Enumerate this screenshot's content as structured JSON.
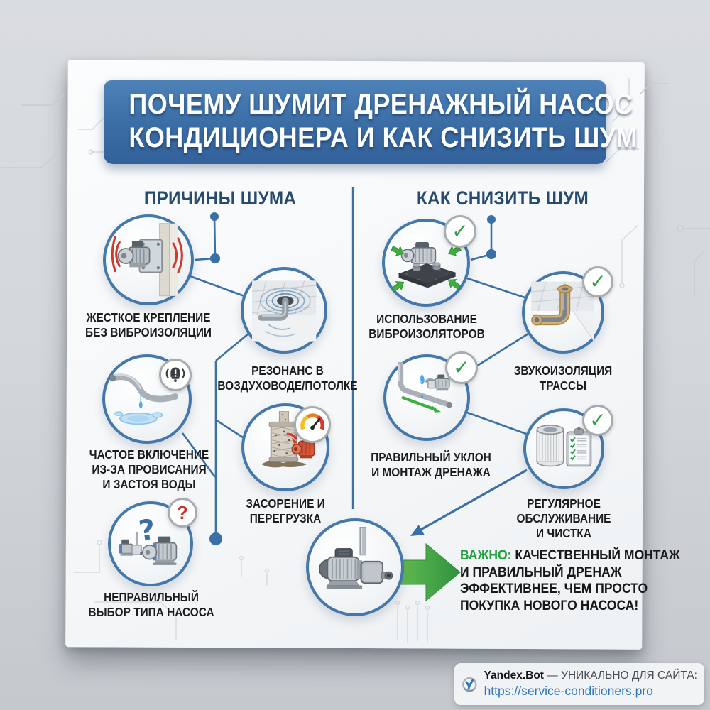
{
  "title": {
    "line1": "ПОЧЕМУ ШУМИТ ДРЕНАЖНЫЙ НАСОС",
    "line2": "КОНДИЦИОНЕРА И КАК СНИЗИТЬ ШУМ"
  },
  "columns": {
    "left": {
      "header": "ПРИЧИНЫ ШУМА",
      "items": [
        {
          "icon": "pump-rigid-wall-mount-icon",
          "lines": [
            "ЖЕСТКОЕ КРЕПЛЕНИЕ",
            "БЕЗ ВИБРОИЗОЛЯЦИИ"
          ]
        },
        {
          "icon": "ceiling-pipe-resonance-icon",
          "lines": [
            "РЕЗОНАНС В",
            "ВОЗДУХОВОДЕ/ПОТОЛКЕ"
          ]
        },
        {
          "icon": "sagging-drain-pipe-icon",
          "badge": "alarm",
          "lines": [
            "ЧАСТОЕ ВКЛЮЧЕНИЕ",
            "ИЗ-ЗА ПРОВИСАНИЯ",
            "И ЗАСТОЯ ВОДЫ"
          ]
        },
        {
          "icon": "clogged-filter-overload-icon",
          "badge": "gauge",
          "lines": [
            "ЗАСОРЕНИЕ И",
            "ПЕРЕГРУЗКА"
          ]
        },
        {
          "icon": "wrong-pump-type-icon",
          "badge": "question",
          "lines": [
            "НЕПРАВИЛЬНЫЙ",
            "ВЫБОР ТИПА НАСОСА"
          ]
        }
      ]
    },
    "right": {
      "header": "КАК СНИЗИТЬ ШУМ",
      "items": [
        {
          "icon": "pump-on-vibration-isolators-icon",
          "badge": "check",
          "lines": [
            "ИСПОЛЬЗОВАНИЕ",
            "ВИБРОИЗОЛЯТОРОВ"
          ]
        },
        {
          "icon": "soundproofed-pipe-icon",
          "badge": "check",
          "lines": [
            "ЗВУКОИЗОЛЯЦИЯ",
            "ТРАССЫ"
          ]
        },
        {
          "icon": "correct-drain-slope-icon",
          "badge": "check",
          "lines": [
            "ПРАВИЛЬНЫЙ УКЛОН",
            "И МОНТАЖ ДРЕНАЖА"
          ]
        },
        {
          "icon": "maintenance-checklist-icon",
          "badge": "check",
          "lines": [
            "РЕГУЛЯРНОЕ",
            "ОБСЛУЖИВАНИЕ",
            "И ЧИСТКА"
          ]
        }
      ]
    }
  },
  "center_icon": "drain-pump-icon",
  "note": {
    "prefix": "ВАЖНО:",
    "lines": [
      "КАЧЕСТВЕННЫЙ МОНТАЖ",
      "И ПРАВИЛЬНЫЙ ДРЕНАЖ",
      "ЭФФЕКТИВНЕЕ, ЧЕМ ПРОСТО",
      "ПОКУПКА НОВОГО НАСОСА!"
    ]
  },
  "footer": {
    "brand": "Yandex.Bot",
    "label": " — УНИКАЛЬНО ДЛЯ САЙТА:",
    "url": "https://service-conditioners.pro"
  },
  "glyphs": {
    "check": "✓",
    "question": "?",
    "big_question": "?"
  },
  "colors": {
    "accent_blue": "#3a70a6",
    "title_bar_blue": "#3e72aa",
    "header_text": "#274b6f",
    "check_green": "#2f9e44",
    "arrow_green": "#3fae3f",
    "alert_red": "#cf3a2e",
    "note_green": "#1f9e3c",
    "url_blue": "#2d76c4"
  }
}
